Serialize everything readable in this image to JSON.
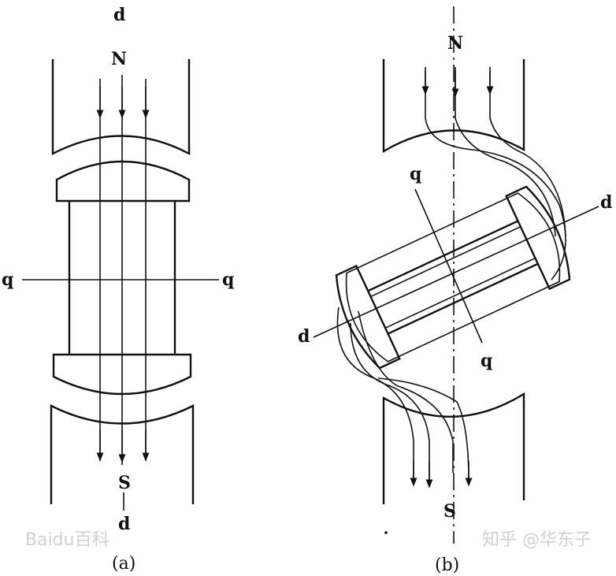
{
  "diagram_a": {
    "caption": "(a)",
    "label_d_top": "d",
    "label_n": "N",
    "label_q_left": "q",
    "label_q_right": "q",
    "label_s": "S",
    "label_d_bottom": "d"
  },
  "diagram_b": {
    "caption": "(b)",
    "label_n": "N",
    "label_q_top": "q",
    "label_d_right": "d",
    "label_d_left": "d",
    "label_q_bottom": "q",
    "label_s": "S"
  },
  "watermarks": {
    "baidu": "Baidu百科",
    "zhihu": "知乎 @华东子"
  }
}
